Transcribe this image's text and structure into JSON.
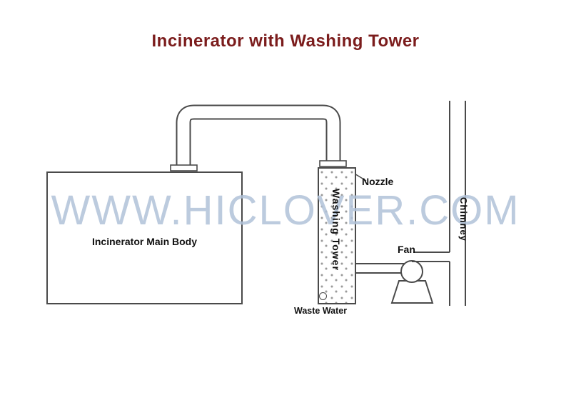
{
  "title": "Incinerator with Washing Tower",
  "watermark": "WWW.HICLOVER.COM",
  "diagram": {
    "incinerator_label": "Incinerator Main Body",
    "washing_tower_label": "Washing Tower",
    "nozzle_label": "Nozzle",
    "fan_label": "Fan",
    "chimney_label": "Chimney",
    "waste_water_label": "Waste Water"
  },
  "colors": {
    "title": "#7b1c1c",
    "line": "#4a4a4a",
    "watermark": "#b1c2d9",
    "label": "#111111",
    "background": "#ffffff"
  }
}
